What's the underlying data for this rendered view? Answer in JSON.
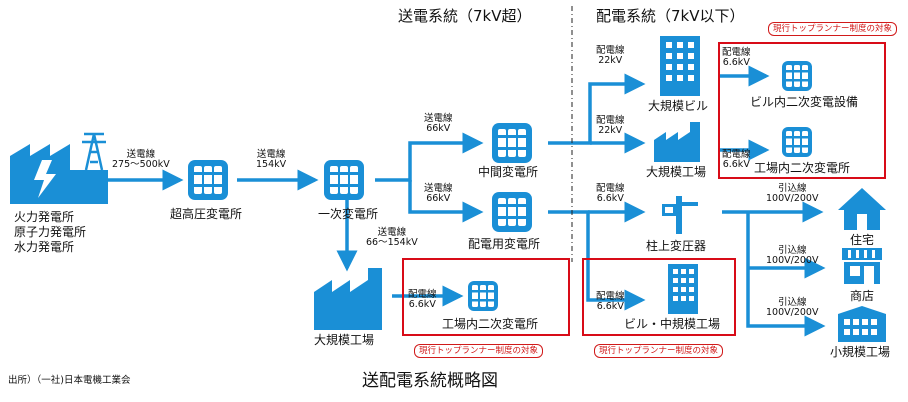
{
  "headers": {
    "transmission": "送電系統（7kV超）",
    "distribution": "配電系統（7kV以下）"
  },
  "nodes": {
    "power_plant": [
      "火力発電所",
      "原子力発電所",
      "水力発電所"
    ],
    "ultra_high_substation": "超高圧変電所",
    "primary_substation": "一次変電所",
    "intermediate_substation": "中間変電所",
    "distribution_substation": "配電用変電所",
    "large_factory_left": "大規模工場",
    "factory_secondary_substation_left": "工場内二次変電所",
    "large_building": "大規模ビル",
    "large_factory_right": "大規模工場",
    "building_secondary_equipment": "ビル内二次変電設備",
    "factory_secondary_substation_right": "工場内二次変電所",
    "pole_transformer": "柱上変圧器",
    "mid_building_factory": "ビル・中規模工場",
    "house": "住宅",
    "shop": "商店",
    "small_factory": "小規模工場"
  },
  "lines": {
    "l1": [
      "送電線",
      "275～500kV"
    ],
    "l2": [
      "送電線",
      "154kV"
    ],
    "l3": [
      "送電線",
      "66kV"
    ],
    "l4": [
      "送電線",
      "66kV"
    ],
    "l5": [
      "送電線",
      "66～154kV"
    ],
    "l6": [
      "配電線",
      "22kV"
    ],
    "l7": [
      "配電線",
      "22kV"
    ],
    "l8": [
      "配電線",
      "6.6kV"
    ],
    "l9": [
      "配電線",
      "6.6kV"
    ],
    "l10": [
      "配電線",
      "6.6kV"
    ],
    "l11": [
      "配電線",
      "6.6kV"
    ],
    "l12": [
      "配電線",
      "6.6kV"
    ],
    "l13": [
      "引込線",
      "100V/200V"
    ],
    "l14": [
      "引込線",
      "100V/200V"
    ],
    "l15": [
      "引込線",
      "100V/200V"
    ]
  },
  "tags": {
    "top_right": "現行トップランナー制度の対象",
    "bottom_left": "現行トップランナー制度の対象",
    "bottom_mid": "現行トップランナー制度の対象"
  },
  "title": "送配電系統概略図",
  "source": "出所）（一社)日本電機工業会",
  "colors": {
    "accent": "#1a8fd6",
    "highlight": "#d80c18"
  }
}
